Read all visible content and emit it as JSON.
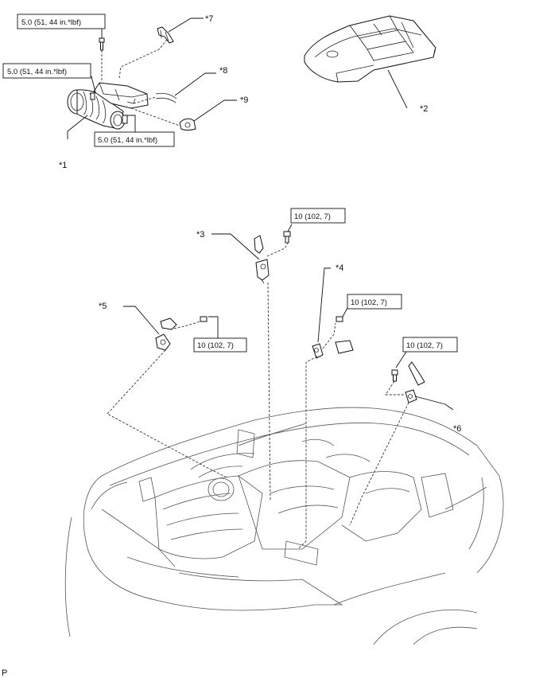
{
  "callouts": {
    "c1": "*1",
    "c2": "*2",
    "c3": "*3",
    "c4": "*4",
    "c5": "*5",
    "c6": "*6",
    "c7": "*7",
    "c8": "*8",
    "c9": "*9"
  },
  "torque_specs": {
    "t_bolt_top": "5.0 (51, 44 in.*lbf)",
    "t_hose_upper": "5.0 (51, 44 in.*lbf)",
    "t_hose_lower": "5.0 (51, 44 in.*lbf)",
    "t_sensor3": "10 (102, 7)",
    "t_sensor4": "10 (102, 7)",
    "t_sensor5": "10 (102, 7)",
    "t_sensor6": "10 (102, 7)"
  },
  "footer": {
    "code": "P"
  }
}
